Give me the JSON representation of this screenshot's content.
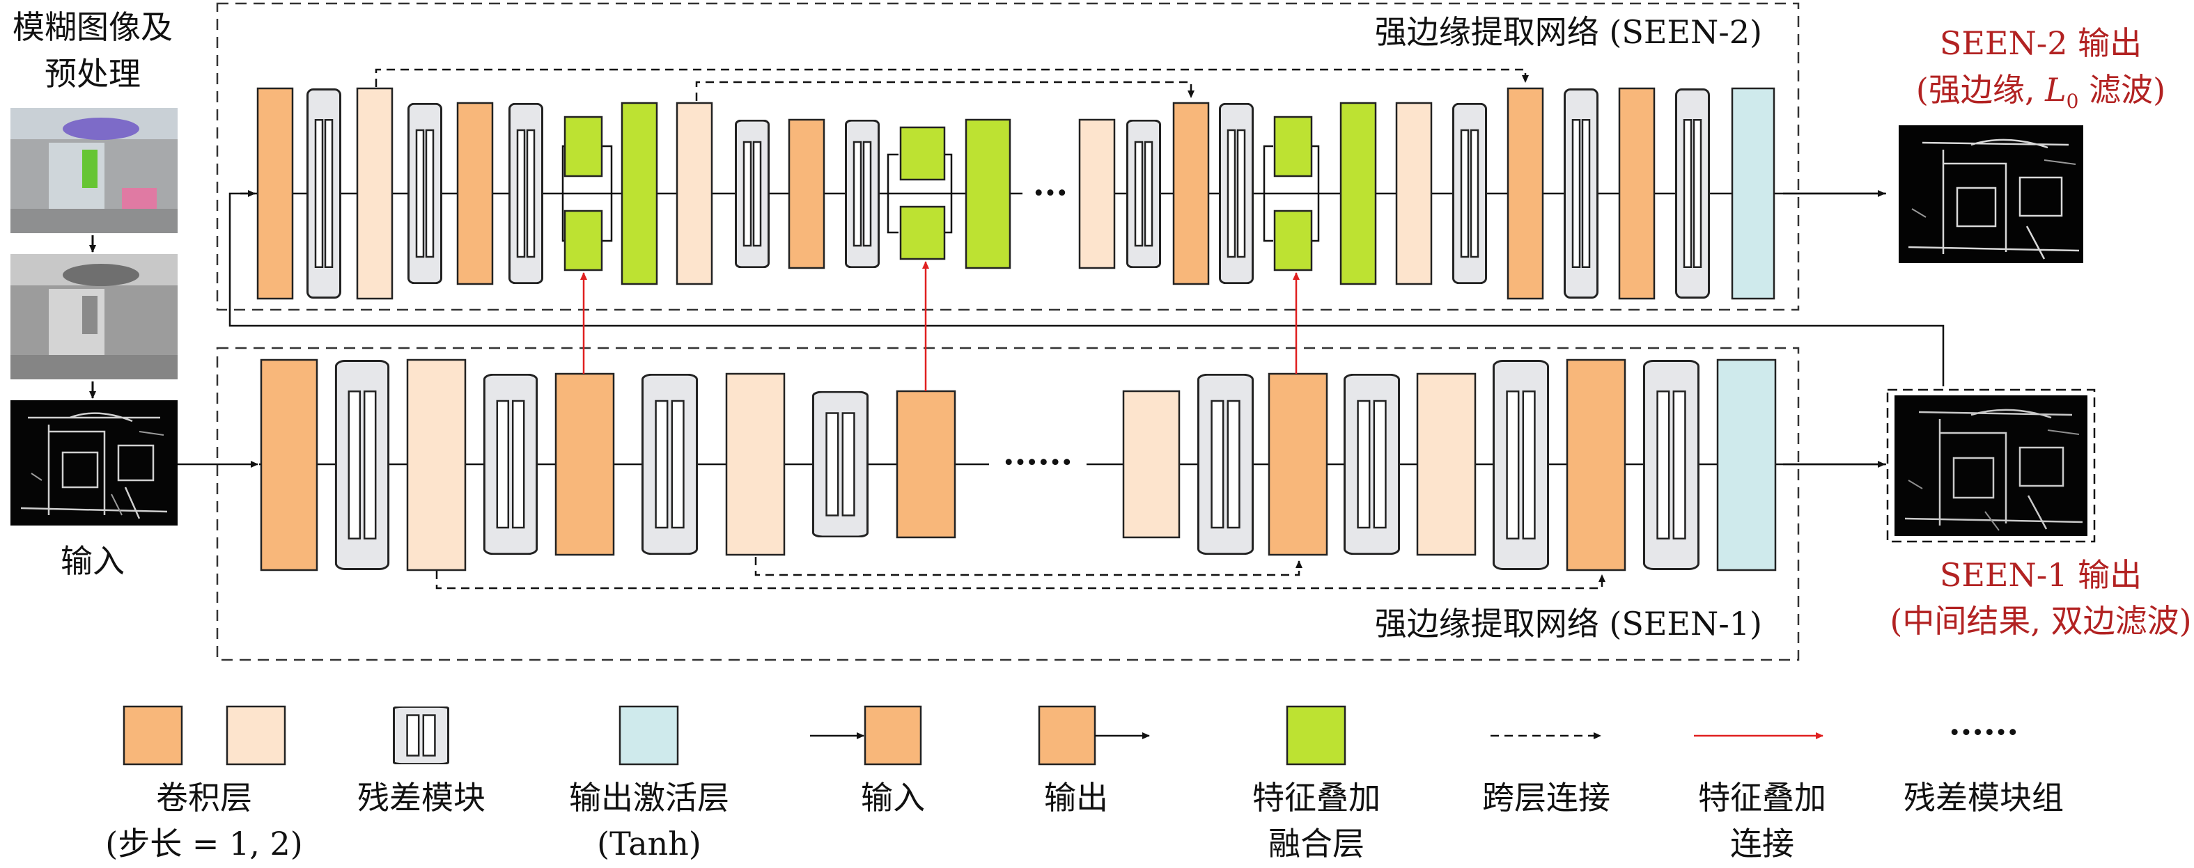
{
  "left_panel": {
    "title_line1": "模糊图像及",
    "title_line2": "预处理",
    "input_label": "输入"
  },
  "seen2": {
    "label": "强边缘提取网络 (SEEN-2)",
    "ellipsis": "···",
    "output_line1": "SEEN-2 输出",
    "output_line2_pre": "(强边缘, ",
    "output_line2_sym": "L",
    "output_line2_sub": "0",
    "output_line2_post": " 滤波)"
  },
  "seen1": {
    "label": "强边缘提取网络 (SEEN-1)",
    "ellipsis": "······",
    "output_line1": "SEEN-1 输出",
    "output_line2": "(中间结果, 双边滤波)"
  },
  "legend": {
    "conv_line1": "卷积层",
    "conv_line2": "(步长 = 1, 2)",
    "residual": "残差模块",
    "output_act_line1": "输出激活层",
    "output_act_line2": "(Tanh)",
    "input": "输入",
    "output": "输出",
    "fusion_line1": "特征叠加",
    "fusion_line2": "融合层",
    "skip": "跨层连接",
    "feature_conn_line1": "特征叠加",
    "feature_conn_line2": "连接",
    "res_group_dots": "······",
    "res_group": "残差模块组"
  },
  "colors": {
    "conv_dark": "#f8b77a",
    "conv_light": "#fde4cd",
    "residual_fill": "#e6e7ea",
    "fusion": "#bde232",
    "tanh": "#cfeaec",
    "red_text": "#b22222",
    "red_arrow": "#e02020",
    "line": "#111111"
  }
}
